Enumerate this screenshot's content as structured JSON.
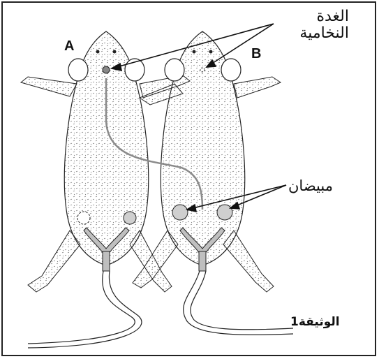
{
  "labels": {
    "mouse_a": "A",
    "mouse_b": "B",
    "pituitary_line1": "الغدة",
    "pituitary_line2": "النخامية",
    "ovaries": "مبيضان",
    "document": "الوثيقة1"
  },
  "colors": {
    "border": "#222222",
    "fur": "#ffffff",
    "ink": "#222222",
    "tract": "#bfbfbf",
    "vessel": "#8a8a8a",
    "ovary": "#cfcfcf"
  }
}
